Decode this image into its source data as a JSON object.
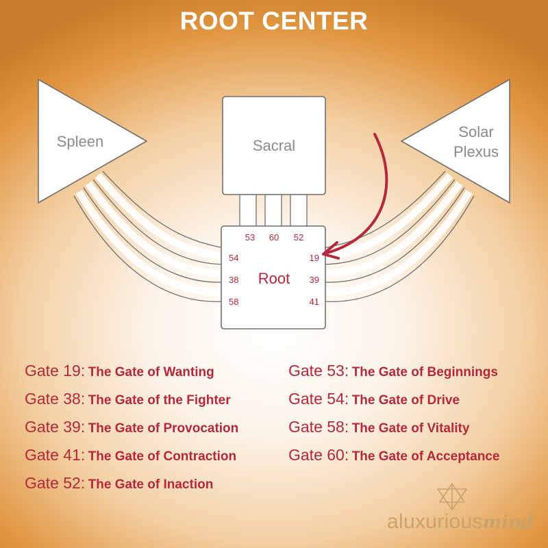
{
  "title": "ROOT CENTER",
  "centers": {
    "spleen": "Spleen",
    "sacral": "Sacral",
    "solar_plexus_line1": "Solar",
    "solar_plexus_line2": "Plexus",
    "root": "Root"
  },
  "root_gates": {
    "top": [
      "53",
      "60",
      "52"
    ],
    "left": [
      "54",
      "38",
      "58"
    ],
    "right": [
      "19",
      "39",
      "41"
    ]
  },
  "gates_left": [
    {
      "prefix": "Gate 19:",
      "name": "The Gate of Wanting"
    },
    {
      "prefix": "Gate 38:",
      "name": "The Gate of the Fighter"
    },
    {
      "prefix": "Gate 39:",
      "name": "The Gate of Provocation"
    },
    {
      "prefix": "Gate 41:",
      "name": "The Gate of Contraction"
    },
    {
      "prefix": "Gate 52:",
      "name": "The Gate of Inaction"
    }
  ],
  "gates_right": [
    {
      "prefix": "Gate 53:",
      "name": "The Gate of Beginnings"
    },
    {
      "prefix": "Gate 54:",
      "name": "The Gate of Drive"
    },
    {
      "prefix": "Gate 58:",
      "name": "The Gate of Vitality"
    },
    {
      "prefix": "Gate 60:",
      "name": "The Gate of Acceptance"
    }
  ],
  "logo": {
    "word_a": "aluxurious",
    "word_b": "mind"
  },
  "colors": {
    "accent": "#b5283b",
    "gold": "#c9a36b",
    "header": "#d98a35"
  }
}
